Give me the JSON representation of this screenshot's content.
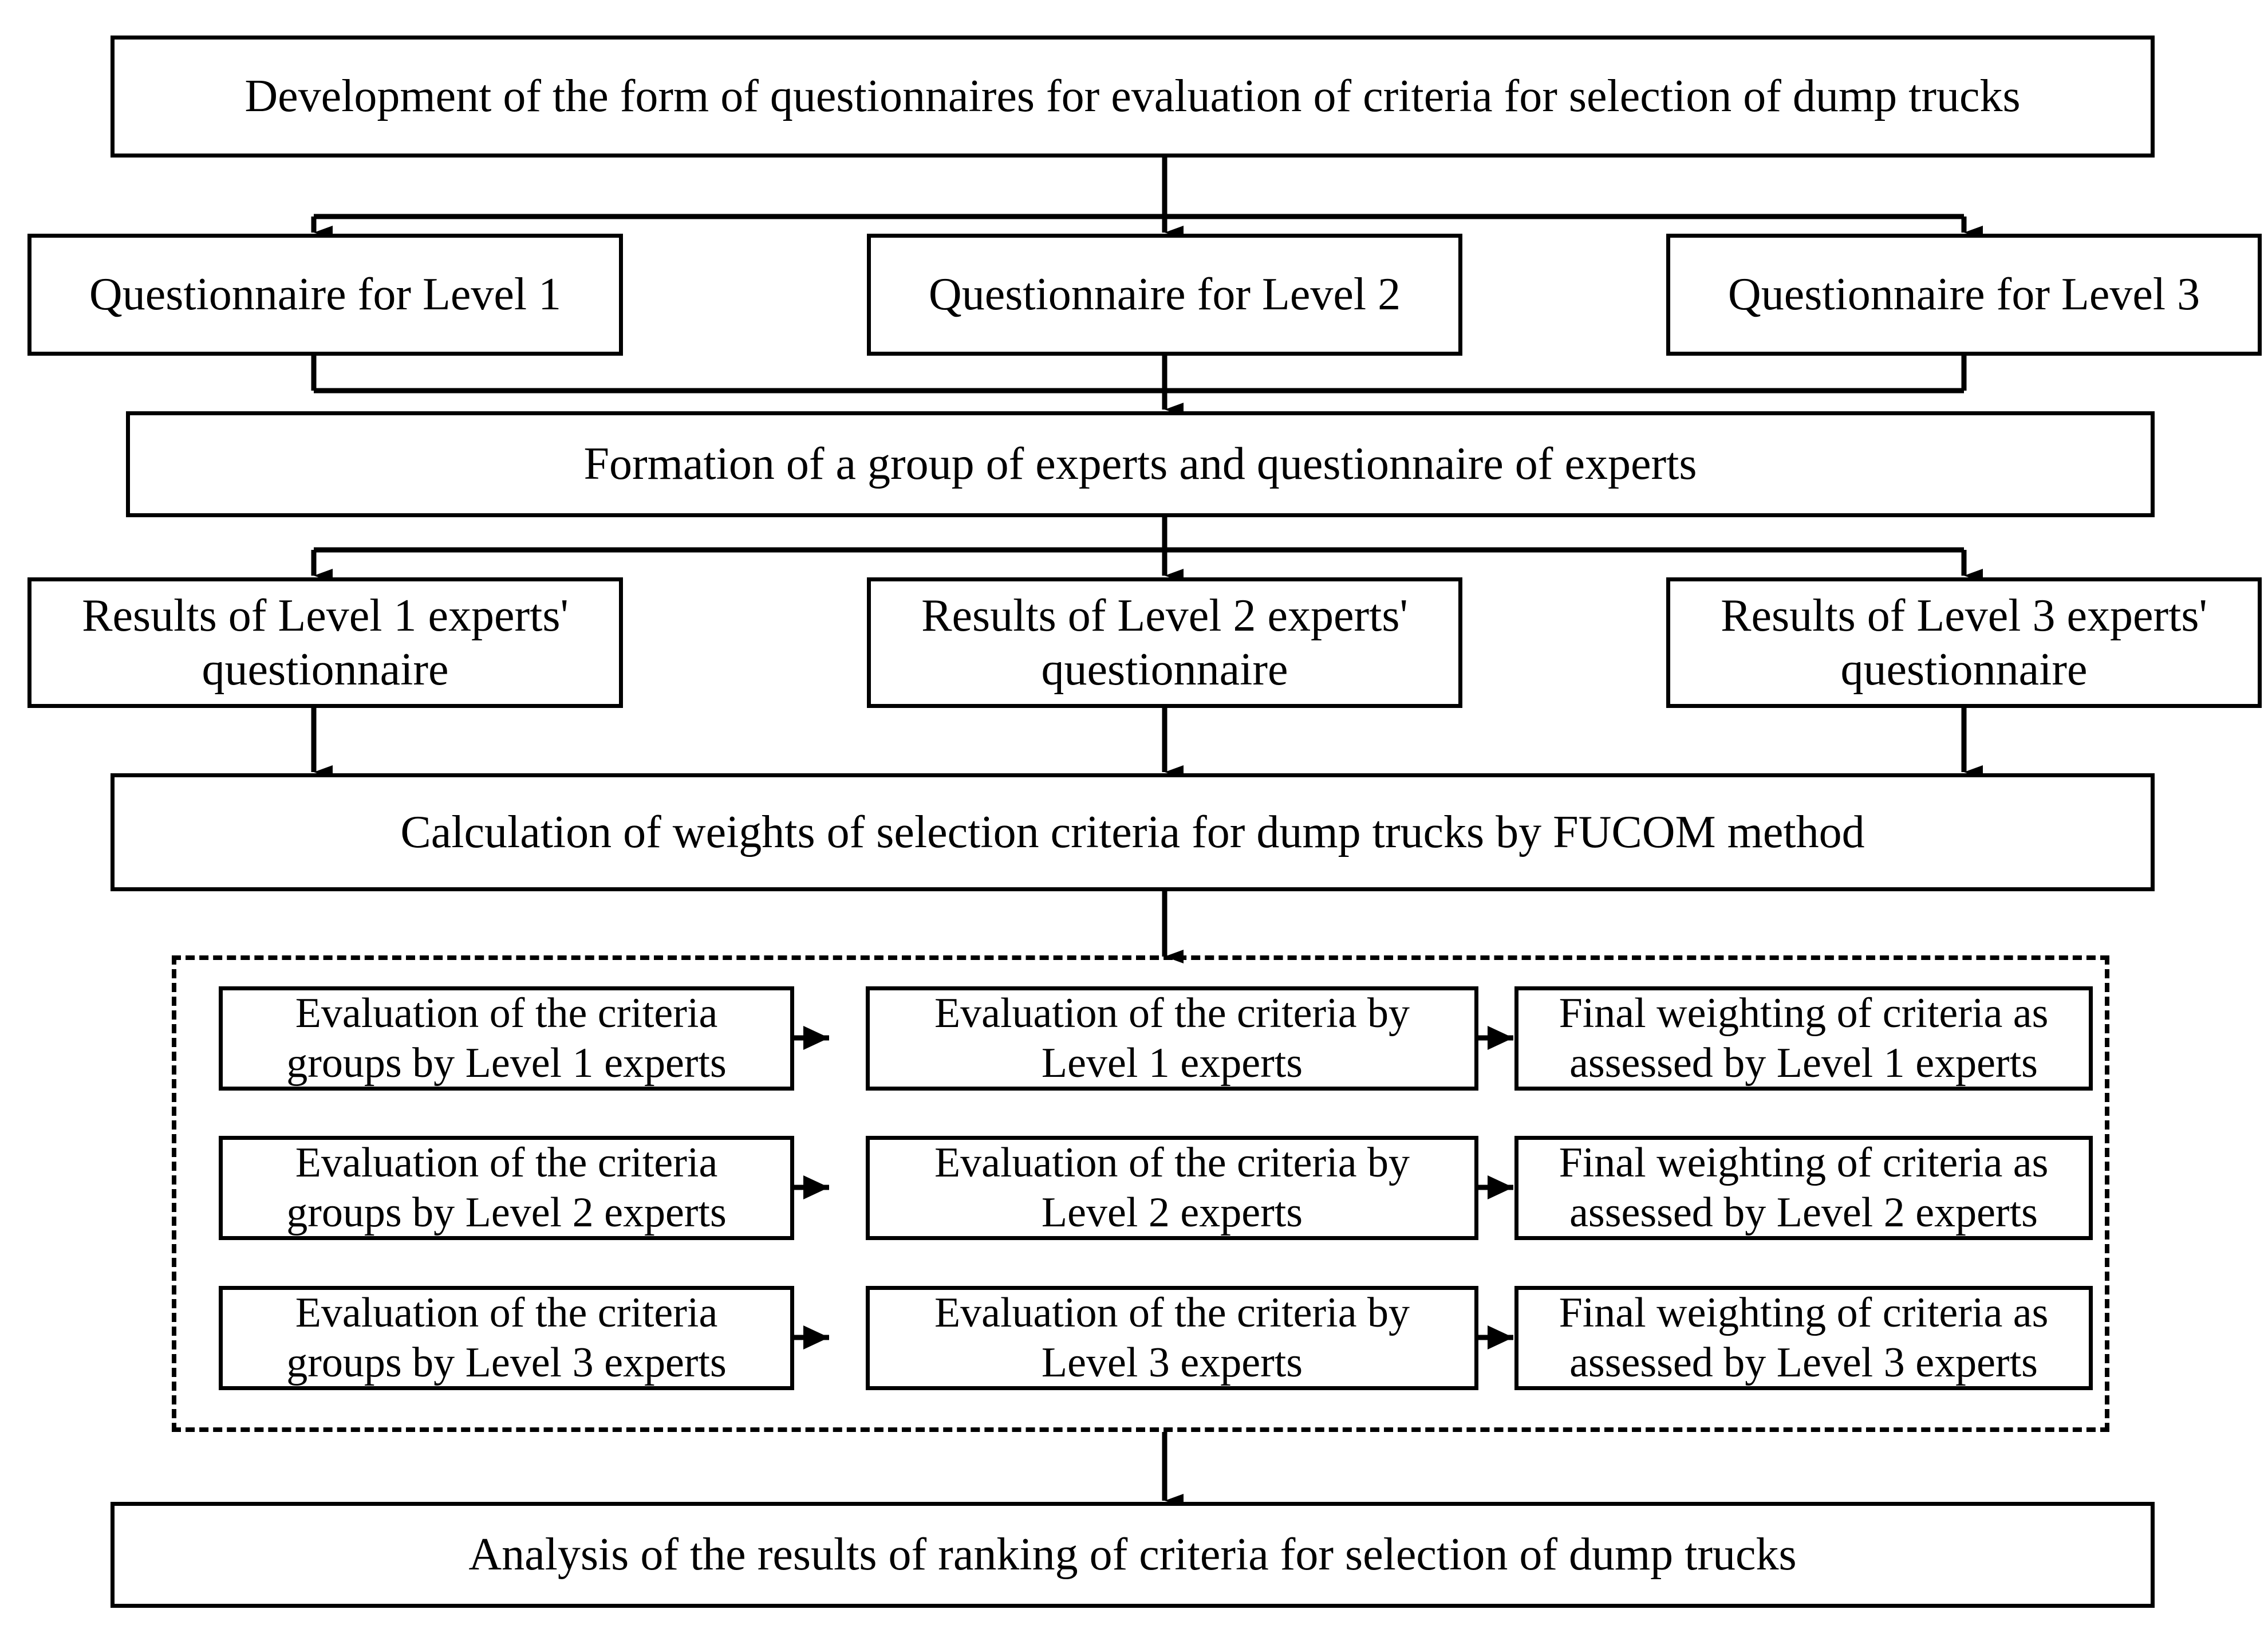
{
  "diagram": {
    "title_text": "Development of the form of questionnaires for evaluation of criteria for selection of dump trucks",
    "nodes": {
      "development": "Development of the form of questionnaires for evaluation of criteria for selection of dump trucks",
      "questionnaire_level_1": "Questionnaire for Level 1",
      "questionnaire_level_2": "Questionnaire for Level 2",
      "questionnaire_level_3": "Questionnaire for Level 3",
      "formation_of_group": "Formation of a group of experts and questionnaire of experts",
      "results_level_1": "Results of Level 1 experts'\nquestionnaire",
      "results_level_2": "Results of Level 2 experts'\nquestionnaire",
      "results_level_3": "Results of Level 3 experts'\nquestionnaire",
      "calculation_weights": "Calculation of weights of selection criteria for dump trucks by FUCOM method",
      "eval_groups_level_1": "Evaluation of the criteria\ngroups by Level 1 experts",
      "eval_groups_level_2": "Evaluation of the criteria\ngroups by Level 2 experts",
      "eval_groups_level_3": "Evaluation of the criteria\ngroups by Level 3 experts",
      "eval_criteria_level_1": "Evaluation of the criteria by\nLevel 1 experts",
      "eval_criteria_level_2": "Evaluation of the criteria by\nLevel 2 experts",
      "eval_criteria_level_3": "Evaluation of the criteria by\nLevel 3 experts",
      "final_weighting_level_1": "Final weighting of criteria as\nassessed by Level 1 experts",
      "final_weighting_level_2": "Final weighting of criteria as\nassessed by Level 2 experts",
      "final_weighting_level_3": "Final weighting of criteria as\nassessed by Level 3 experts",
      "analysis_results": "Analysis of the results of ranking of criteria for selection of dump trucks"
    },
    "colors": {
      "stroke": "#000000",
      "fill": "#ffffff",
      "text": "#000000"
    }
  }
}
